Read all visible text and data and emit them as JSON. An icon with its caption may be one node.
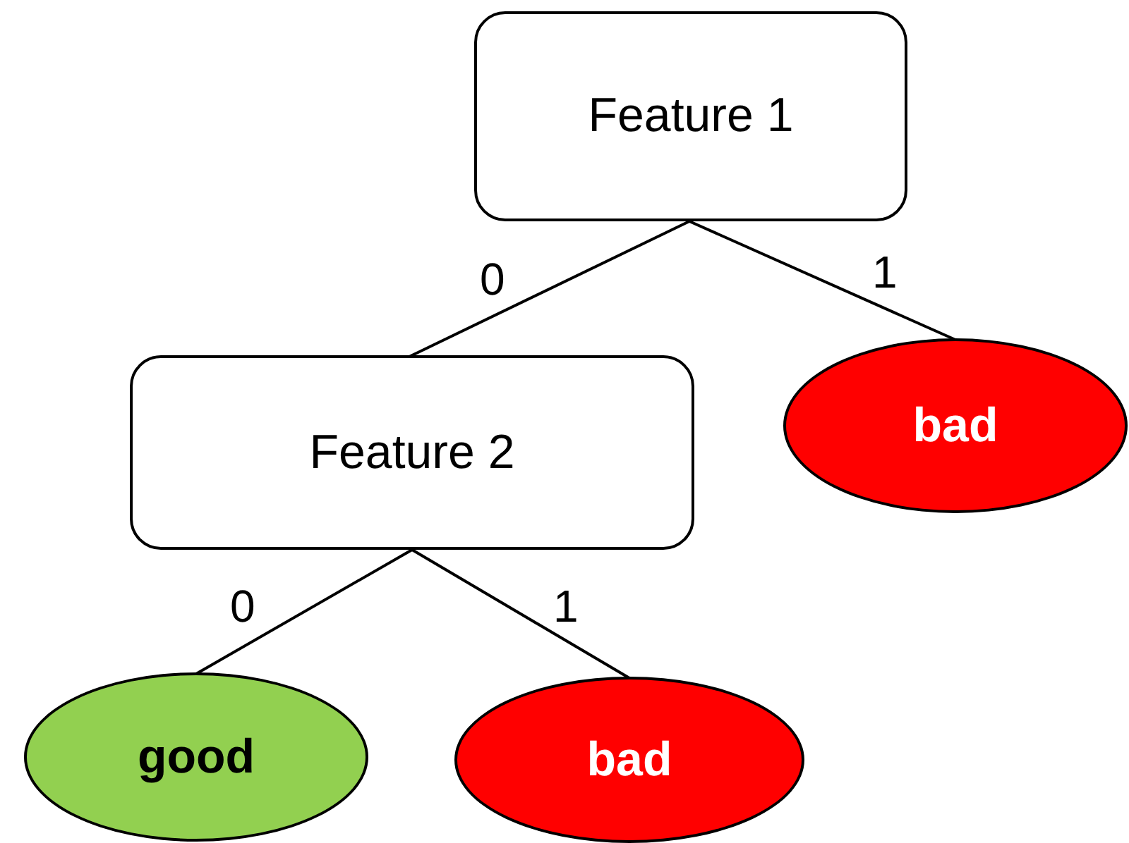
{
  "diagram": {
    "nodes": [
      {
        "text": [
          "Feature 1"
        ]
      },
      {
        "text": [
          "Feature 2"
        ]
      },
      {
        "text": [
          "bad"
        ]
      },
      {
        "text": [
          "good"
        ]
      },
      {
        "text": [
          "bad"
        ]
      }
    ],
    "edges": [
      {
        "from": 0,
        "to": 1,
        "arrow": "none",
        "label": "0"
      },
      {
        "from": 0,
        "to": 2,
        "arrow": "none",
        "label": "1"
      },
      {
        "from": 1,
        "to": 3,
        "arrow": "none",
        "label": "0"
      },
      {
        "from": 1,
        "to": 4,
        "arrow": "none",
        "label": "1"
      }
    ]
  }
}
